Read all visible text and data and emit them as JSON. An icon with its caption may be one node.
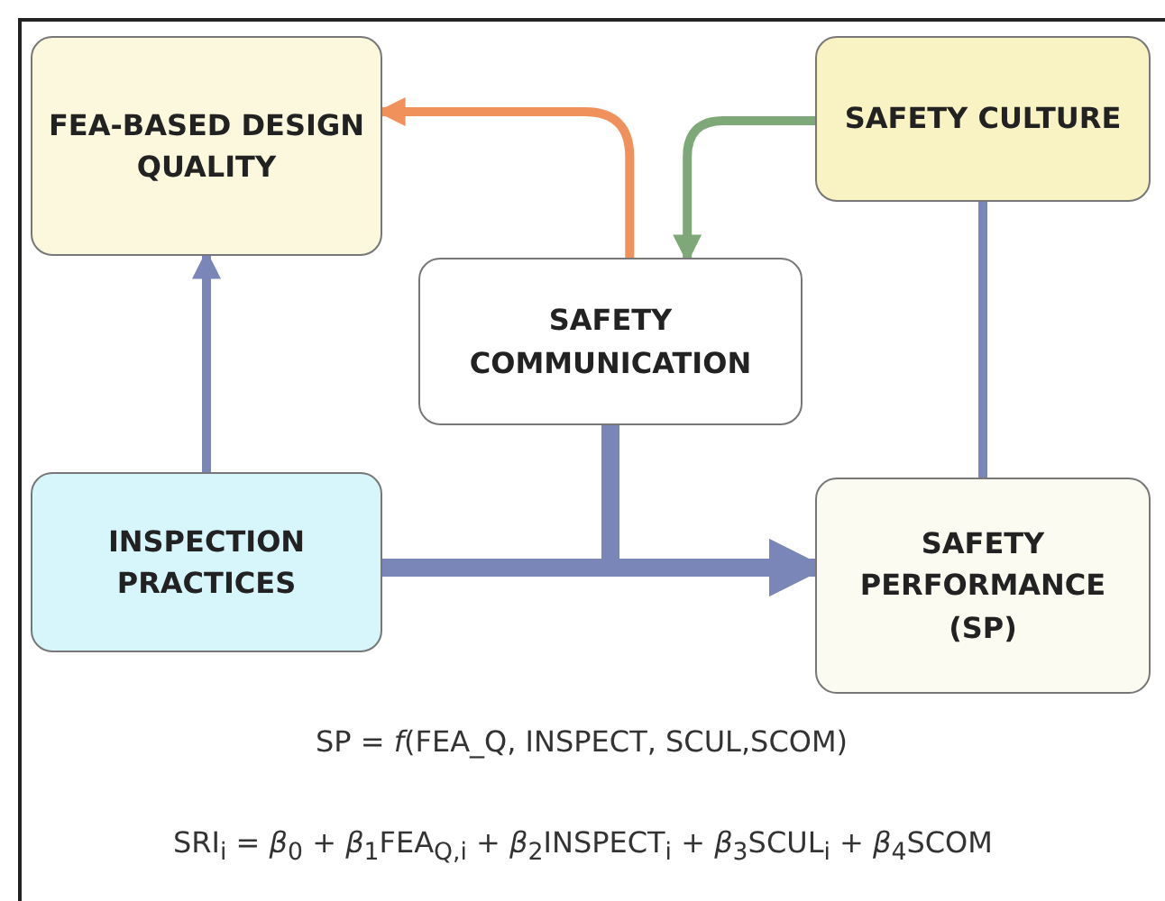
{
  "diagram": {
    "nodes": [
      {
        "text": [
          "FEA-BASED DESIGN QUALITY"
        ]
      },
      {
        "text": [
          "SAFETY CULTURE"
        ]
      },
      {
        "text": [
          "SAFETY COMMUNICATION"
        ]
      },
      {
        "text": [
          "INSPECTION PRACTICES"
        ]
      },
      {
        "text": [
          "SAFETY PERFORMANCE (SP)"
        ]
      }
    ],
    "edges": [
      {
        "from": 3,
        "to": 0,
        "arrow": "to"
      },
      {
        "from": 2,
        "to": 0,
        "arrow": "to",
        "color": "#f0905a"
      },
      {
        "from": 1,
        "to": 2,
        "arrow": "to",
        "color": "#7fa878"
      },
      {
        "from": 1,
        "to": 4,
        "arrow": "none"
      },
      {
        "from": 3,
        "to": 4,
        "arrow": "to",
        "style": "thick"
      },
      {
        "from": 2,
        "to": 4,
        "arrow": "to",
        "style": "thick"
      }
    ],
    "labels": [
      "SP = *f*(FEA_Q, INSPECT, SCUL,SCOM)",
      "SRI$_{i}$ = *β*$_{0}$ + *β*$_{1}$FEA$_{Q,i}$ + *β*$_{2}$INSPECT$_{i}$ + *β*$_{3}$SCUL$_{i}$ + *β*$_{4}$SCOM"
    ]
  }
}
